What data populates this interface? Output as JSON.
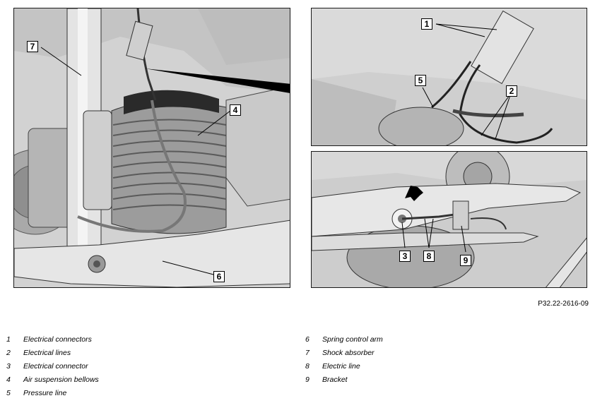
{
  "callouts": {
    "c1": "1",
    "c2": "2",
    "c3": "3",
    "c4": "4",
    "c5": "5",
    "c6": "6",
    "c7": "7",
    "c8": "8",
    "c9": "9"
  },
  "reference": "P32.22-2616-09",
  "legend": [
    {
      "num": "1",
      "label": "Electrical connectors"
    },
    {
      "num": "2",
      "label": "Electrical lines"
    },
    {
      "num": "3",
      "label": "Electrical connector"
    },
    {
      "num": "4",
      "label": "Air suspension bellows"
    },
    {
      "num": "5",
      "label": "Pressure line"
    },
    {
      "num": "6",
      "label": "Spring control arm"
    },
    {
      "num": "7",
      "label": "Shock absorber"
    },
    {
      "num": "8",
      "label": "Electric line"
    },
    {
      "num": "9",
      "label": "Bracket"
    }
  ]
}
